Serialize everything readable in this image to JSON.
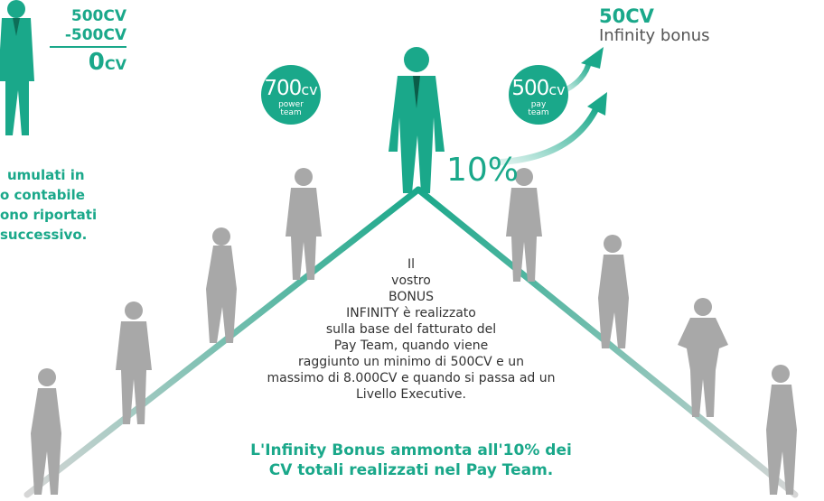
{
  "calc": {
    "line1": "500CV",
    "line2": "-500CV",
    "result_value": "0",
    "result_unit": "CV"
  },
  "left_note": {
    "lines": [
      "umulati in",
      "o contabile",
      "ono riportati",
      "successivo."
    ]
  },
  "badges": [
    {
      "value": "700",
      "unit": "cv",
      "label_top": "power",
      "label_bottom": "team"
    },
    {
      "value": "500",
      "unit": "cv",
      "label_top": "pay",
      "label_bottom": "team"
    }
  ],
  "infinity": {
    "value": "50CV",
    "name": "Infinity bonus"
  },
  "percent": "10%",
  "description": {
    "lines": [
      "Il",
      "vostro",
      "BONUS",
      "INFINITY è realizzato",
      "sulla base del fatturato del",
      "Pay Team, quando viene",
      "raggiunto un minimo di 500CV e un",
      "massimo di 8.000CV  e quando si passa ad un",
      "Livello Executive."
    ]
  },
  "highlight": {
    "lines": [
      "L'Infinity Bonus ammonta all'10% dei",
      "CV totali realizzati nel Pay Team."
    ]
  },
  "colors": {
    "accent": "#1aa88a",
    "silhouette_grey": "#a8a8a8",
    "line_grey": "#d9d9d9"
  }
}
